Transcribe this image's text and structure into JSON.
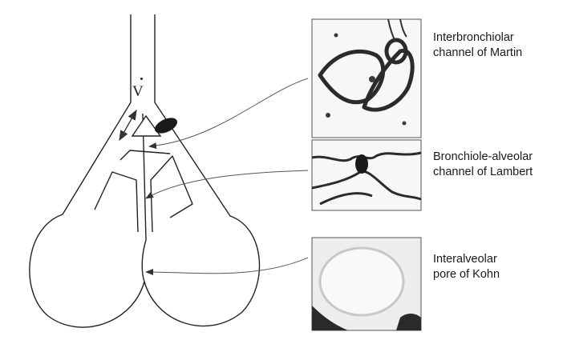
{
  "flow_symbol": "V",
  "labels": [
    {
      "line1": "Interbronchiolar",
      "line2": "channel of Martin"
    },
    {
      "line1": "Bronchiole-alveolar",
      "line2": "channel of Lambert"
    },
    {
      "line1": "Interalveolar",
      "line2": "pore of Kohn"
    }
  ]
}
